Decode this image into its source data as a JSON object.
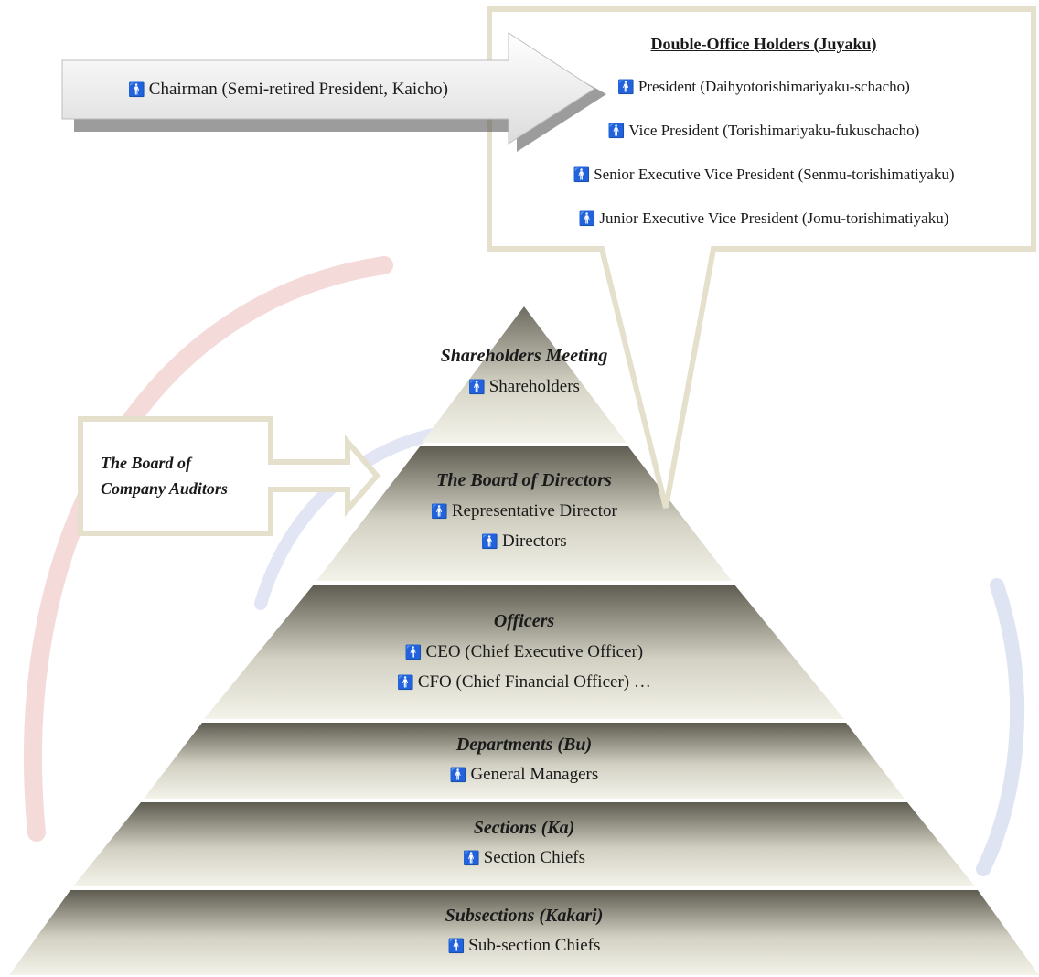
{
  "chairman": {
    "icon": "person-icon",
    "label": "Chairman (Semi-retired President, Kaicho)"
  },
  "double_office": {
    "title": "Double-Office Holders (Juyaku)",
    "items": [
      "President (Daihyotorishimariyaku-schacho)",
      "Vice President (Torishimariyaku-fukuschacho)",
      "Senior Executive Vice President (Senmu-torishimatiyaku)",
      "Junior Executive Vice President (Jomu-torishimatiyaku)"
    ]
  },
  "auditors": {
    "line1": "The Board of",
    "line2": "Company Auditors"
  },
  "pyramid": {
    "levels": [
      {
        "title": "Shareholders Meeting",
        "members": [
          "Shareholders"
        ]
      },
      {
        "title": "The Board of Directors",
        "members": [
          "Representative Director",
          "Directors"
        ]
      },
      {
        "title": "Officers",
        "members": [
          "CEO (Chief Executive Officer)",
          "CFO (Chief Financial Officer) …"
        ]
      },
      {
        "title": "Departments (Bu)",
        "members": [
          "General Managers"
        ]
      },
      {
        "title": "Sections (Ka)",
        "members": [
          "Section Chiefs"
        ]
      },
      {
        "title": "Subsections (Kakari)",
        "members": [
          "Sub-section Chiefs"
        ]
      }
    ]
  },
  "colors": {
    "frame": "#e4e0cc",
    "band_dark": "#5e5c50",
    "band_light": "#f4f3ea",
    "swoosh_red": "#f3d3d3",
    "swoosh_blue": "#d9dff1"
  }
}
